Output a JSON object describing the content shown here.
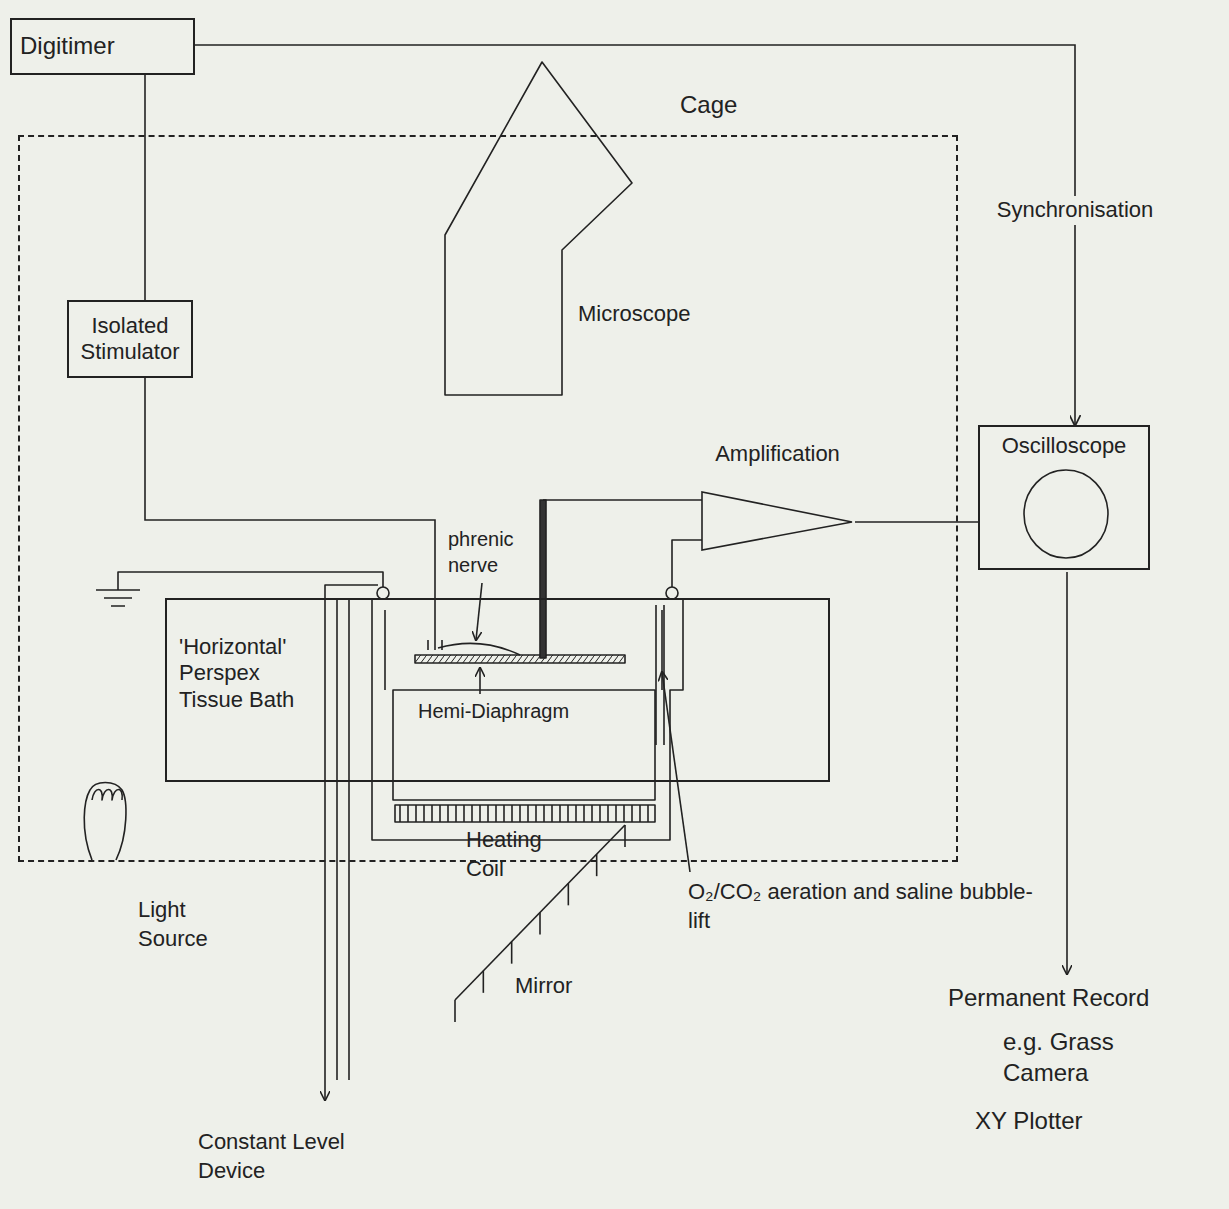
{
  "diagram": {
    "nodes": [
      {
        "text": [
          "Cage"
        ]
      },
      {
        "text": [
          "Digitimer"
        ]
      },
      {
        "text": [
          "Isolated Stimulator"
        ],
        "in": 0
      },
      {
        "text": [
          "'Horizontal' Perspex Tissue Bath"
        ],
        "in": 0
      },
      {
        "text": [
          "Amplification"
        ],
        "in": 0
      },
      {
        "text": [
          "Oscilloscope"
        ]
      }
    ],
    "edges": [
      {
        "from": 1,
        "to": 2,
        "arrow": "none"
      },
      {
        "from": 1,
        "to": 5,
        "arrow": "to",
        "label": "Synchronisation"
      },
      {
        "from": 2,
        "to": 3,
        "arrow": "none"
      },
      {
        "from": 4,
        "to": 5,
        "arrow": "none"
      }
    ],
    "labels": [
      "Microscope",
      "phrenic nerve",
      "Hemi-Diaphragm",
      "Heating Coil",
      "O₂/CO₂ aeration and saline bubble-lift",
      "Light Source",
      "Mirror",
      "Constant Level Device",
      "Permanent Record",
      "e.g. Grass Camera",
      "XY Plotter"
    ]
  }
}
